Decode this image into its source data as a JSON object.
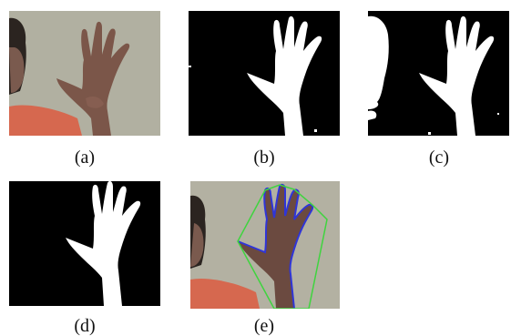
{
  "figure": {
    "panels": [
      {
        "id": "a",
        "label": "(a)",
        "kind": "photo"
      },
      {
        "id": "b",
        "label": "(b)",
        "kind": "mask"
      },
      {
        "id": "c",
        "label": "(c)",
        "kind": "mask-with-noise"
      },
      {
        "id": "d",
        "label": "(d)",
        "kind": "mask-clean"
      },
      {
        "id": "e",
        "label": "(e)",
        "kind": "photo-with-hull"
      }
    ],
    "colors": {
      "photo_bg": "#b3b1a2",
      "skin": "#7b5649",
      "shirt": "#d6684f",
      "hair": "#2b2420",
      "mask_bg": "#000000",
      "mask_fg": "#ffffff",
      "hull": "#3fd43f",
      "contour": "#2f35d8"
    }
  }
}
